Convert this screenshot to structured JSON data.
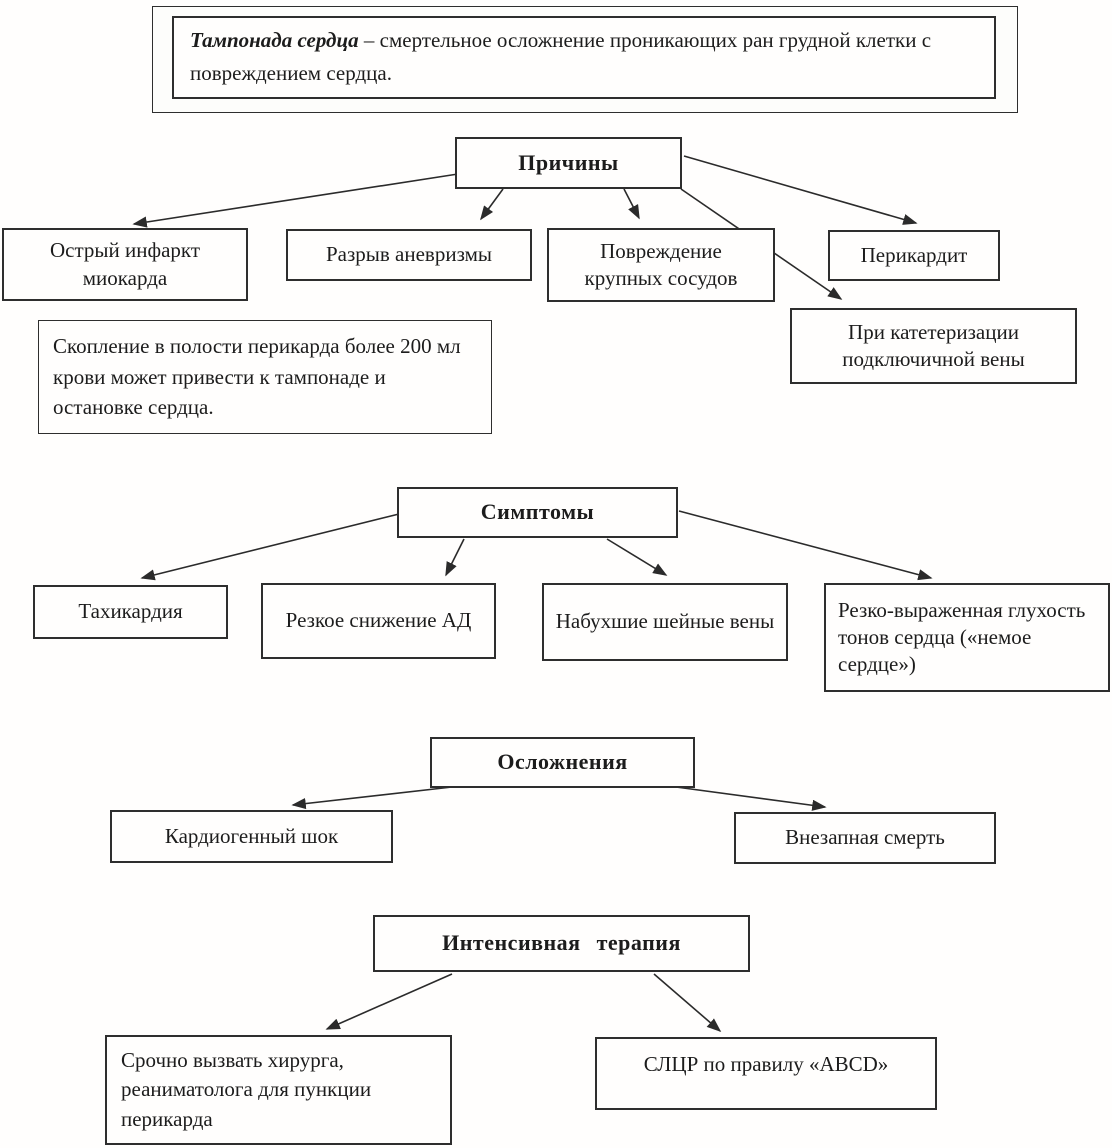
{
  "title": {
    "term": "Тампонада сердца",
    "definition": " – смертельное осложнение проникающих ран грудной клетки с повреждением сердца."
  },
  "causes": {
    "header": "Причины",
    "items": [
      "Острый инфаркт миокарда",
      "Разрыв аневризмы",
      "Повреждение крупных сосудов",
      "Перикардит",
      "При катетеризации подключичной вены"
    ],
    "note": "Скопление в полости перикарда более 200 мл крови может привести к тампонаде и остановке сердца."
  },
  "symptoms": {
    "header": "Симптомы",
    "items": [
      "Тахикардия",
      "Резкое снижение АД",
      "Набухшие шейные вены",
      "Резко-выраженная глухость тонов сердца («немое сердце»)"
    ]
  },
  "complications": {
    "header": "Осложнения",
    "items": [
      "Кардиогенный шок",
      "Внезапная смерть"
    ]
  },
  "therapy": {
    "header": "Интенсивная терапия",
    "items": [
      "Срочно вызвать хирурга, реаниматолога для пункции перикарда",
      "СЛЦР по правилу «ABCD»"
    ]
  },
  "colors": {
    "ink": "#1c1c1c",
    "line": "#2b2b2b",
    "box_border": "#2e2e2e",
    "background": "#fffefd"
  }
}
